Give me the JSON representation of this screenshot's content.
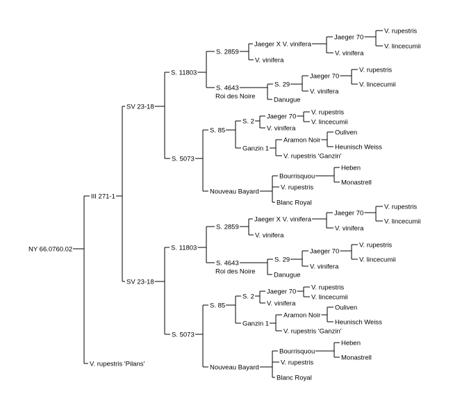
{
  "colors": {
    "line": "#000000",
    "text": "#000000",
    "background": "#ffffff"
  },
  "pedigree": {
    "name": "NY 66.0760.02",
    "children": [
      {
        "name": "III 271-1",
        "children": [
          {
            "name": "SV 23-18",
            "children": [
              {
                "name": "S. 11803",
                "children": [
                  {
                    "name": "S. 2859",
                    "children": [
                      {
                        "name": "Jaeger X V. vinifera",
                        "children": [
                          {
                            "name": "Jaeger 70",
                            "children": [
                              {
                                "name": "V. rupestris"
                              },
                              {
                                "name": "V. lincecumii"
                              }
                            ]
                          },
                          {
                            "name": "V. vinifera"
                          }
                        ]
                      },
                      {
                        "name": "V. vinifera"
                      }
                    ]
                  },
                  {
                    "name": "S. 4643",
                    "children": [
                      {
                        "name": "S. 29",
                        "children": [
                          {
                            "name": "Jaeger 70",
                            "children": [
                              {
                                "name": "V. rupestris"
                              },
                              {
                                "name": "V. lincecumii"
                              }
                            ]
                          },
                          {
                            "name": "V. vinifera"
                          }
                        ]
                      },
                      {
                        "name": "Roi des Noire"
                      },
                      {
                        "name": "Danugue"
                      }
                    ]
                  }
                ]
              },
              {
                "name": "S. 5073",
                "children": [
                  {
                    "name": "S. 85",
                    "children": [
                      {
                        "name": "S. 2",
                        "children": [
                          {
                            "name": "Jaeger 70",
                            "children": [
                              {
                                "name": "V. rupestris"
                              },
                              {
                                "name": "V. lincecumii"
                              }
                            ]
                          },
                          {
                            "name": "V. vinifera"
                          }
                        ]
                      },
                      {
                        "name": "Ganzin 1",
                        "children": [
                          {
                            "name": "Aramon Noir",
                            "children": [
                              {
                                "name": "Ouliven"
                              },
                              {
                                "name": "Heunisch Weiss"
                              }
                            ]
                          },
                          {
                            "name": "V. rupestris 'Ganzin'"
                          }
                        ]
                      }
                    ]
                  },
                  {
                    "name": "Nouveau Bayard",
                    "children": [
                      {
                        "name": "Bourrisquou",
                        "children": [
                          {
                            "name": "Heben"
                          },
                          {
                            "name": "Monastrell"
                          }
                        ]
                      },
                      {
                        "name": "V. rupestris"
                      },
                      {
                        "name": "Blanc Royal"
                      }
                    ]
                  }
                ]
              }
            ]
          },
          {
            "name": "SV 23-18",
            "children": [
              {
                "name": "S. 11803",
                "children": [
                  {
                    "name": "S. 2859",
                    "children": [
                      {
                        "name": "Jaeger X V. vinifera",
                        "children": [
                          {
                            "name": "Jaeger 70",
                            "children": [
                              {
                                "name": "V. rupestris"
                              },
                              {
                                "name": "V. lincecumii"
                              }
                            ]
                          },
                          {
                            "name": "V. vinifera"
                          }
                        ]
                      },
                      {
                        "name": "V. vinifera"
                      }
                    ]
                  },
                  {
                    "name": "S. 4643",
                    "children": [
                      {
                        "name": "S. 29",
                        "children": [
                          {
                            "name": "Jaeger 70",
                            "children": [
                              {
                                "name": "V. rupestris"
                              },
                              {
                                "name": "V. lincecumii"
                              }
                            ]
                          },
                          {
                            "name": "V. vinifera"
                          }
                        ]
                      },
                      {
                        "name": "Roi des Noire"
                      },
                      {
                        "name": "Danugue"
                      }
                    ]
                  }
                ]
              },
              {
                "name": "S. 5073",
                "children": [
                  {
                    "name": "S. 85",
                    "children": [
                      {
                        "name": "S. 2",
                        "children": [
                          {
                            "name": "Jaeger 70",
                            "children": [
                              {
                                "name": "V. rupestris"
                              },
                              {
                                "name": "V. lincecumii"
                              }
                            ]
                          },
                          {
                            "name": "V. vinifera"
                          }
                        ]
                      },
                      {
                        "name": "Ganzin 1",
                        "children": [
                          {
                            "name": "Aramon Noir",
                            "children": [
                              {
                                "name": "Ouliven"
                              },
                              {
                                "name": "Heunisch Weiss"
                              }
                            ]
                          },
                          {
                            "name": "V. rupestris 'Ganzin'"
                          }
                        ]
                      }
                    ]
                  },
                  {
                    "name": "Nouveau Bayard",
                    "children": [
                      {
                        "name": "Bourrisquou",
                        "children": [
                          {
                            "name": "Heben"
                          },
                          {
                            "name": "Monastrell"
                          }
                        ]
                      },
                      {
                        "name": "V. rupestris"
                      },
                      {
                        "name": "Blanc Royal"
                      }
                    ]
                  }
                ]
              }
            ]
          }
        ]
      },
      {
        "name": "V. rupestris 'Pilans'"
      }
    ]
  }
}
